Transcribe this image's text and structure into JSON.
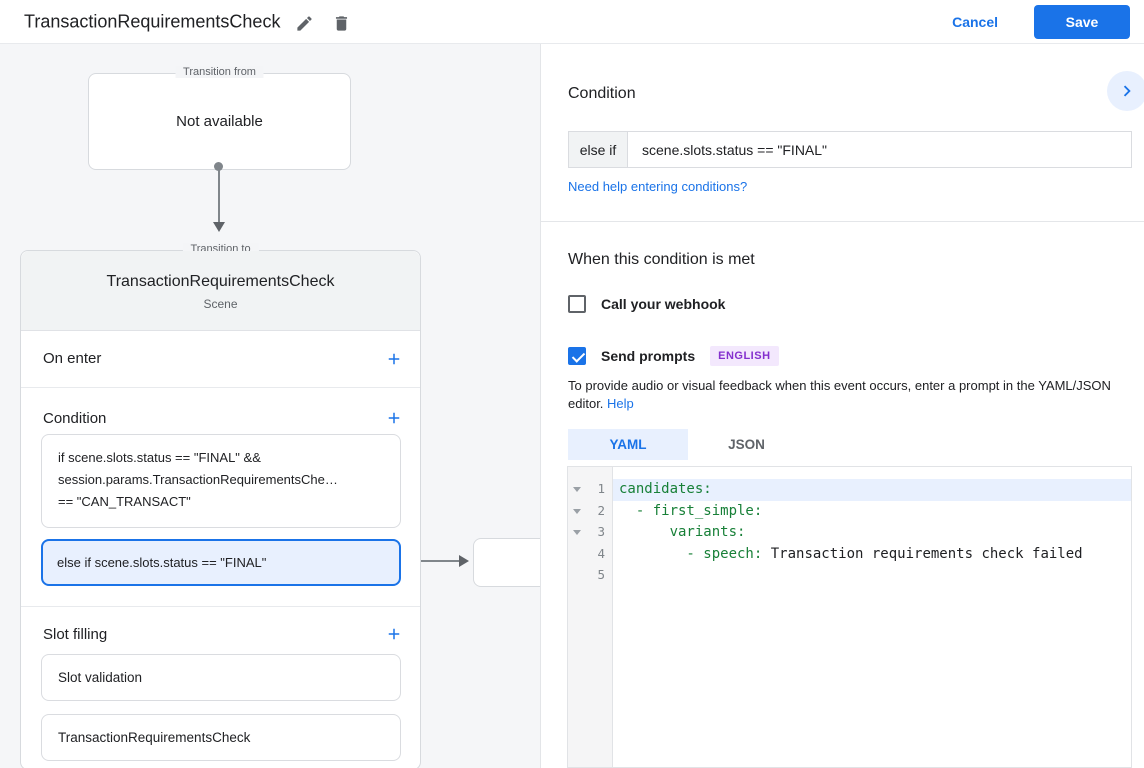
{
  "topbar": {
    "title": "TransactionRequirementsCheck",
    "cancel_label": "Cancel",
    "save_label": "Save"
  },
  "canvas": {
    "transition_from": {
      "legend": "Transition from",
      "content": "Not available"
    },
    "transition_to": {
      "legend": "Transition to",
      "title": "TransactionRequirementsCheck",
      "subtitle": "Scene",
      "on_enter_label": "On enter",
      "condition_label": "Condition",
      "condition_items": {
        "first": {
          "line1": "if scene.slots.status == \"FINAL\" &&",
          "line2": "session.params.TransactionRequirementsChe…",
          "line3": "== \"CAN_TRANSACT\""
        },
        "second": {
          "text": "else if scene.slots.status == \"FINAL\"",
          "selected": true
        }
      },
      "slot_filling_label": "Slot filling",
      "slot_items": {
        "first": "Slot validation",
        "second": "TransactionRequirementsCheck"
      }
    }
  },
  "panel": {
    "title": "Condition",
    "condition_row": {
      "prefix": "else if",
      "value": "scene.slots.status == \"FINAL\""
    },
    "help_link": "Need help entering conditions?",
    "section_title": "When this condition is met",
    "webhook_checkbox": {
      "label": "Call your webhook",
      "checked": false
    },
    "prompts_checkbox": {
      "label": "Send prompts",
      "checked": true,
      "badge": "ENGLISH"
    },
    "description": "To provide audio or visual feedback when this event occurs, enter a prompt in the YAML/JSON editor.",
    "description_link": "Help",
    "tabs": {
      "yaml": "YAML",
      "json": "JSON",
      "active": "YAML"
    },
    "editor": {
      "lines": [
        {
          "num": "1",
          "fold": true,
          "highlighted": true,
          "segments": [
            {
              "text": "candidates:",
              "color": "key"
            }
          ]
        },
        {
          "num": "2",
          "fold": true,
          "highlighted": false,
          "segments": [
            {
              "text": "  - first_simple:",
              "color": "key"
            }
          ]
        },
        {
          "num": "3",
          "fold": true,
          "highlighted": false,
          "segments": [
            {
              "text": "      variants:",
              "color": "key"
            }
          ]
        },
        {
          "num": "4",
          "fold": false,
          "highlighted": false,
          "segments": [
            {
              "text": "        - speech:",
              "color": "key"
            },
            {
              "text": " Transaction requirements check failed",
              "color": "val"
            }
          ]
        },
        {
          "num": "5",
          "fold": false,
          "highlighted": false,
          "segments": []
        }
      ]
    }
  },
  "colors": {
    "accent_blue": "#1a73e8",
    "selected_fill": "#e8f0fe",
    "code_key_green": "#188038",
    "badge_purple": "#8430ce",
    "badge_bg": "#f3e8fd"
  }
}
